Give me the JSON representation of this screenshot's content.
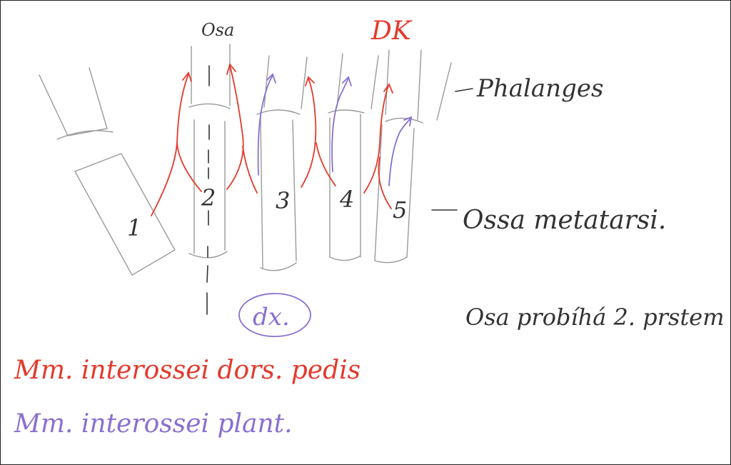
{
  "labels": {
    "axis_label": "Osa",
    "dk_label": "DK",
    "phalanges": "Phalanges",
    "ossa_metatarsi": "Ossa metatarsi.",
    "dx": "dx.",
    "note": "Osa probíhá 2. prstem",
    "dorsal_muscles": "Mm. interossei dors. pedis",
    "plantar_muscles": "Mm. interossei plant."
  },
  "metatarsal_numbers": [
    "1",
    "2",
    "3",
    "4",
    "5"
  ],
  "colors": {
    "dorsal": "#e33a2c",
    "plantar": "#8a6fd0",
    "ink": "#333333",
    "bone": "#9a9a9a"
  }
}
